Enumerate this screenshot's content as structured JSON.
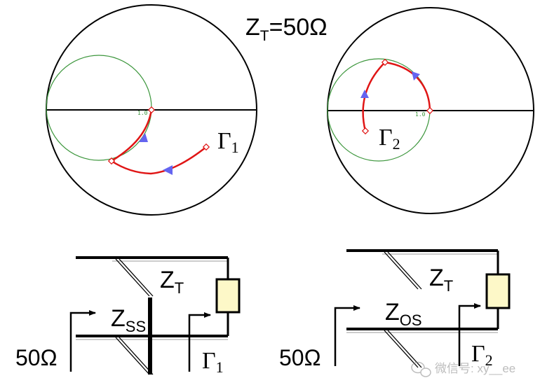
{
  "header": {
    "zt_main": "Z",
    "zt_sub": "T",
    "zt_value": "=50Ω"
  },
  "smith_left": {
    "unit_label": "1.0",
    "gamma_symbol": "Γ",
    "gamma_index": "1"
  },
  "smith_right": {
    "unit_label": "1.0",
    "gamma_symbol": "Γ",
    "gamma_index": "2"
  },
  "circuit_left": {
    "source_label": "50Ω",
    "line_label_main": "Z",
    "line_label_sub": "T",
    "stub_label_main": "Z",
    "stub_label_sub": "SS",
    "gamma_symbol": "Γ",
    "gamma_index": "1"
  },
  "circuit_right": {
    "source_label": "50Ω",
    "line_label_main": "Z",
    "line_label_sub": "T",
    "stub_label_main": "Z",
    "stub_label_sub": "OS",
    "gamma_symbol": "Γ",
    "gamma_index": "2"
  },
  "watermark": {
    "text": "微信号: xy__ee"
  },
  "colors": {
    "outline": "#000000",
    "circle": "#3c963c",
    "trace": "#e01515",
    "arrow": "#6464f0",
    "load_fill": "#fdf8c8"
  }
}
